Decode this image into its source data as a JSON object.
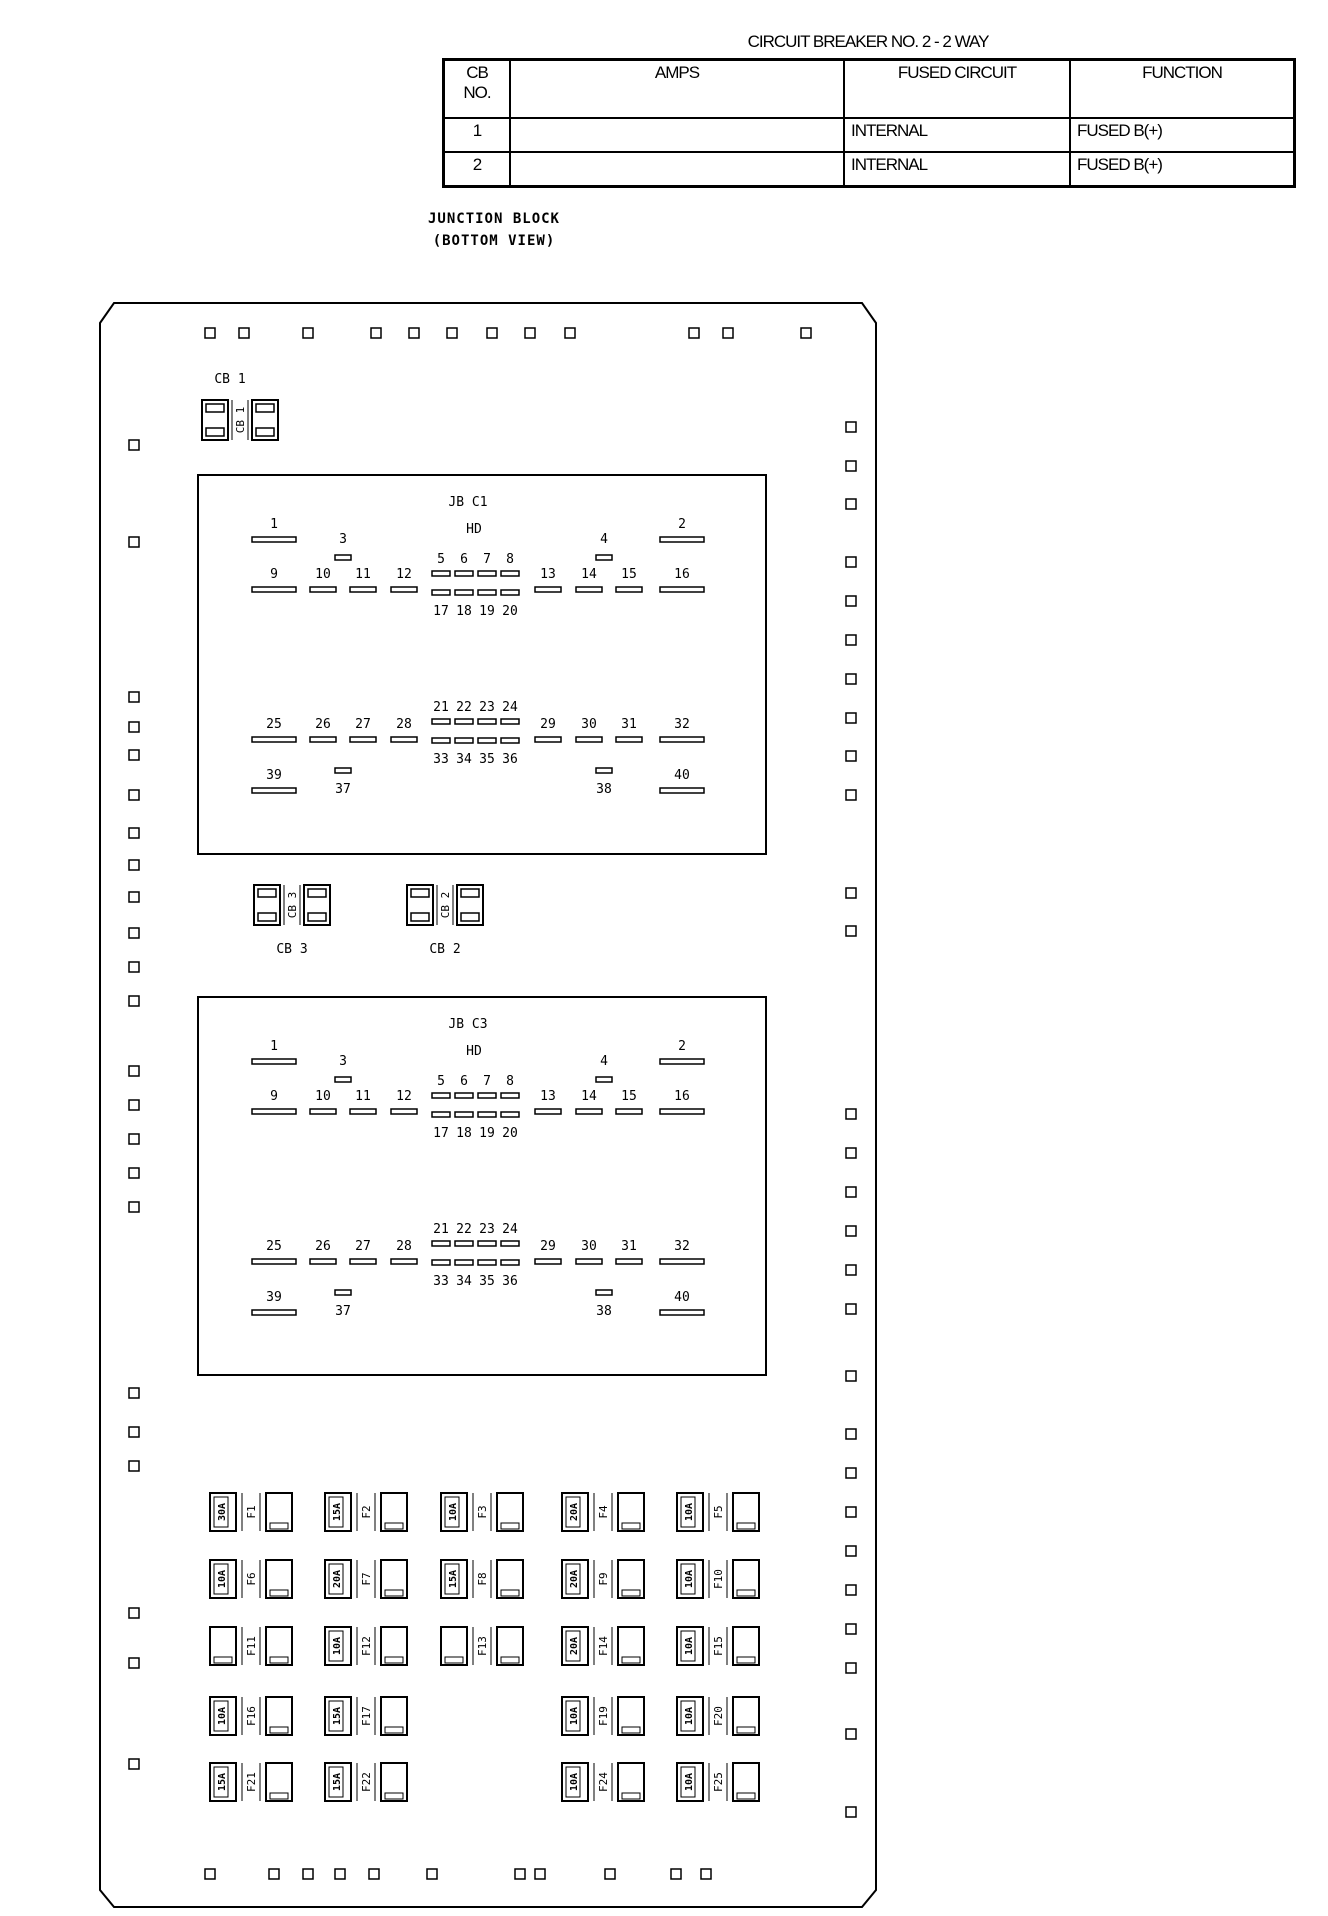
{
  "cb_table": {
    "title": "CIRCUIT BREAKER NO. 2 - 2 WAY",
    "headers": {
      "cb_no": "CB NO.",
      "amps": "AMPS",
      "fused_circuit": "FUSED CIRCUIT",
      "function": "FUNCTION"
    },
    "rows": [
      {
        "cb_no": "1",
        "amps": "",
        "fused_circuit": "INTERNAL",
        "function": "FUSED B(+)"
      },
      {
        "cb_no": "2",
        "amps": "",
        "fused_circuit": "INTERNAL",
        "function": "FUSED B(+)"
      }
    ]
  },
  "junction_block": {
    "title_line1": "JUNCTION BLOCK",
    "title_line2": "(BOTTOM VIEW)"
  },
  "breakers": [
    {
      "label": "CB 1",
      "body_label": "CB 1"
    },
    {
      "label": "CB 3",
      "body_label": "CB 3"
    },
    {
      "label": "CB 2",
      "body_label": "CB 2"
    }
  ],
  "connectors": [
    {
      "name": "JB C1",
      "sub": "HD",
      "pins": [
        "1",
        "2",
        "3",
        "4",
        "5",
        "6",
        "7",
        "8",
        "9",
        "10",
        "11",
        "12",
        "13",
        "14",
        "15",
        "16",
        "17",
        "18",
        "19",
        "20",
        "21",
        "22",
        "23",
        "24",
        "25",
        "26",
        "27",
        "28",
        "29",
        "30",
        "31",
        "32",
        "33",
        "34",
        "35",
        "36",
        "37",
        "38",
        "39",
        "40"
      ]
    },
    {
      "name": "JB C3",
      "sub": "HD",
      "pins": [
        "1",
        "2",
        "3",
        "4",
        "5",
        "6",
        "7",
        "8",
        "9",
        "10",
        "11",
        "12",
        "13",
        "14",
        "15",
        "16",
        "17",
        "18",
        "19",
        "20",
        "21",
        "22",
        "23",
        "24",
        "25",
        "26",
        "27",
        "28",
        "29",
        "30",
        "31",
        "32",
        "33",
        "34",
        "35",
        "36",
        "37",
        "38",
        "39",
        "40"
      ]
    }
  ],
  "fuses": [
    {
      "id": "F1",
      "amps": "30A"
    },
    {
      "id": "F2",
      "amps": "15A"
    },
    {
      "id": "F3",
      "amps": "10A"
    },
    {
      "id": "F4",
      "amps": "20A"
    },
    {
      "id": "F5",
      "amps": "10A"
    },
    {
      "id": "F6",
      "amps": "10A"
    },
    {
      "id": "F7",
      "amps": "20A"
    },
    {
      "id": "F8",
      "amps": "15A"
    },
    {
      "id": "F9",
      "amps": "20A"
    },
    {
      "id": "F10",
      "amps": "10A"
    },
    {
      "id": "F11",
      "amps": ""
    },
    {
      "id": "F12",
      "amps": "10A"
    },
    {
      "id": "F13",
      "amps": ""
    },
    {
      "id": "F14",
      "amps": "20A"
    },
    {
      "id": "F15",
      "amps": "10A"
    },
    {
      "id": "F16",
      "amps": "10A"
    },
    {
      "id": "F17",
      "amps": "15A"
    },
    {
      "id": "F19",
      "amps": "10A"
    },
    {
      "id": "F20",
      "amps": "10A"
    },
    {
      "id": "F21",
      "amps": "15A"
    },
    {
      "id": "F22",
      "amps": "15A"
    },
    {
      "id": "F24",
      "amps": "10A"
    },
    {
      "id": "F25",
      "amps": "10A"
    }
  ],
  "colors": {
    "line": "#000000",
    "background": "#ffffff"
  }
}
